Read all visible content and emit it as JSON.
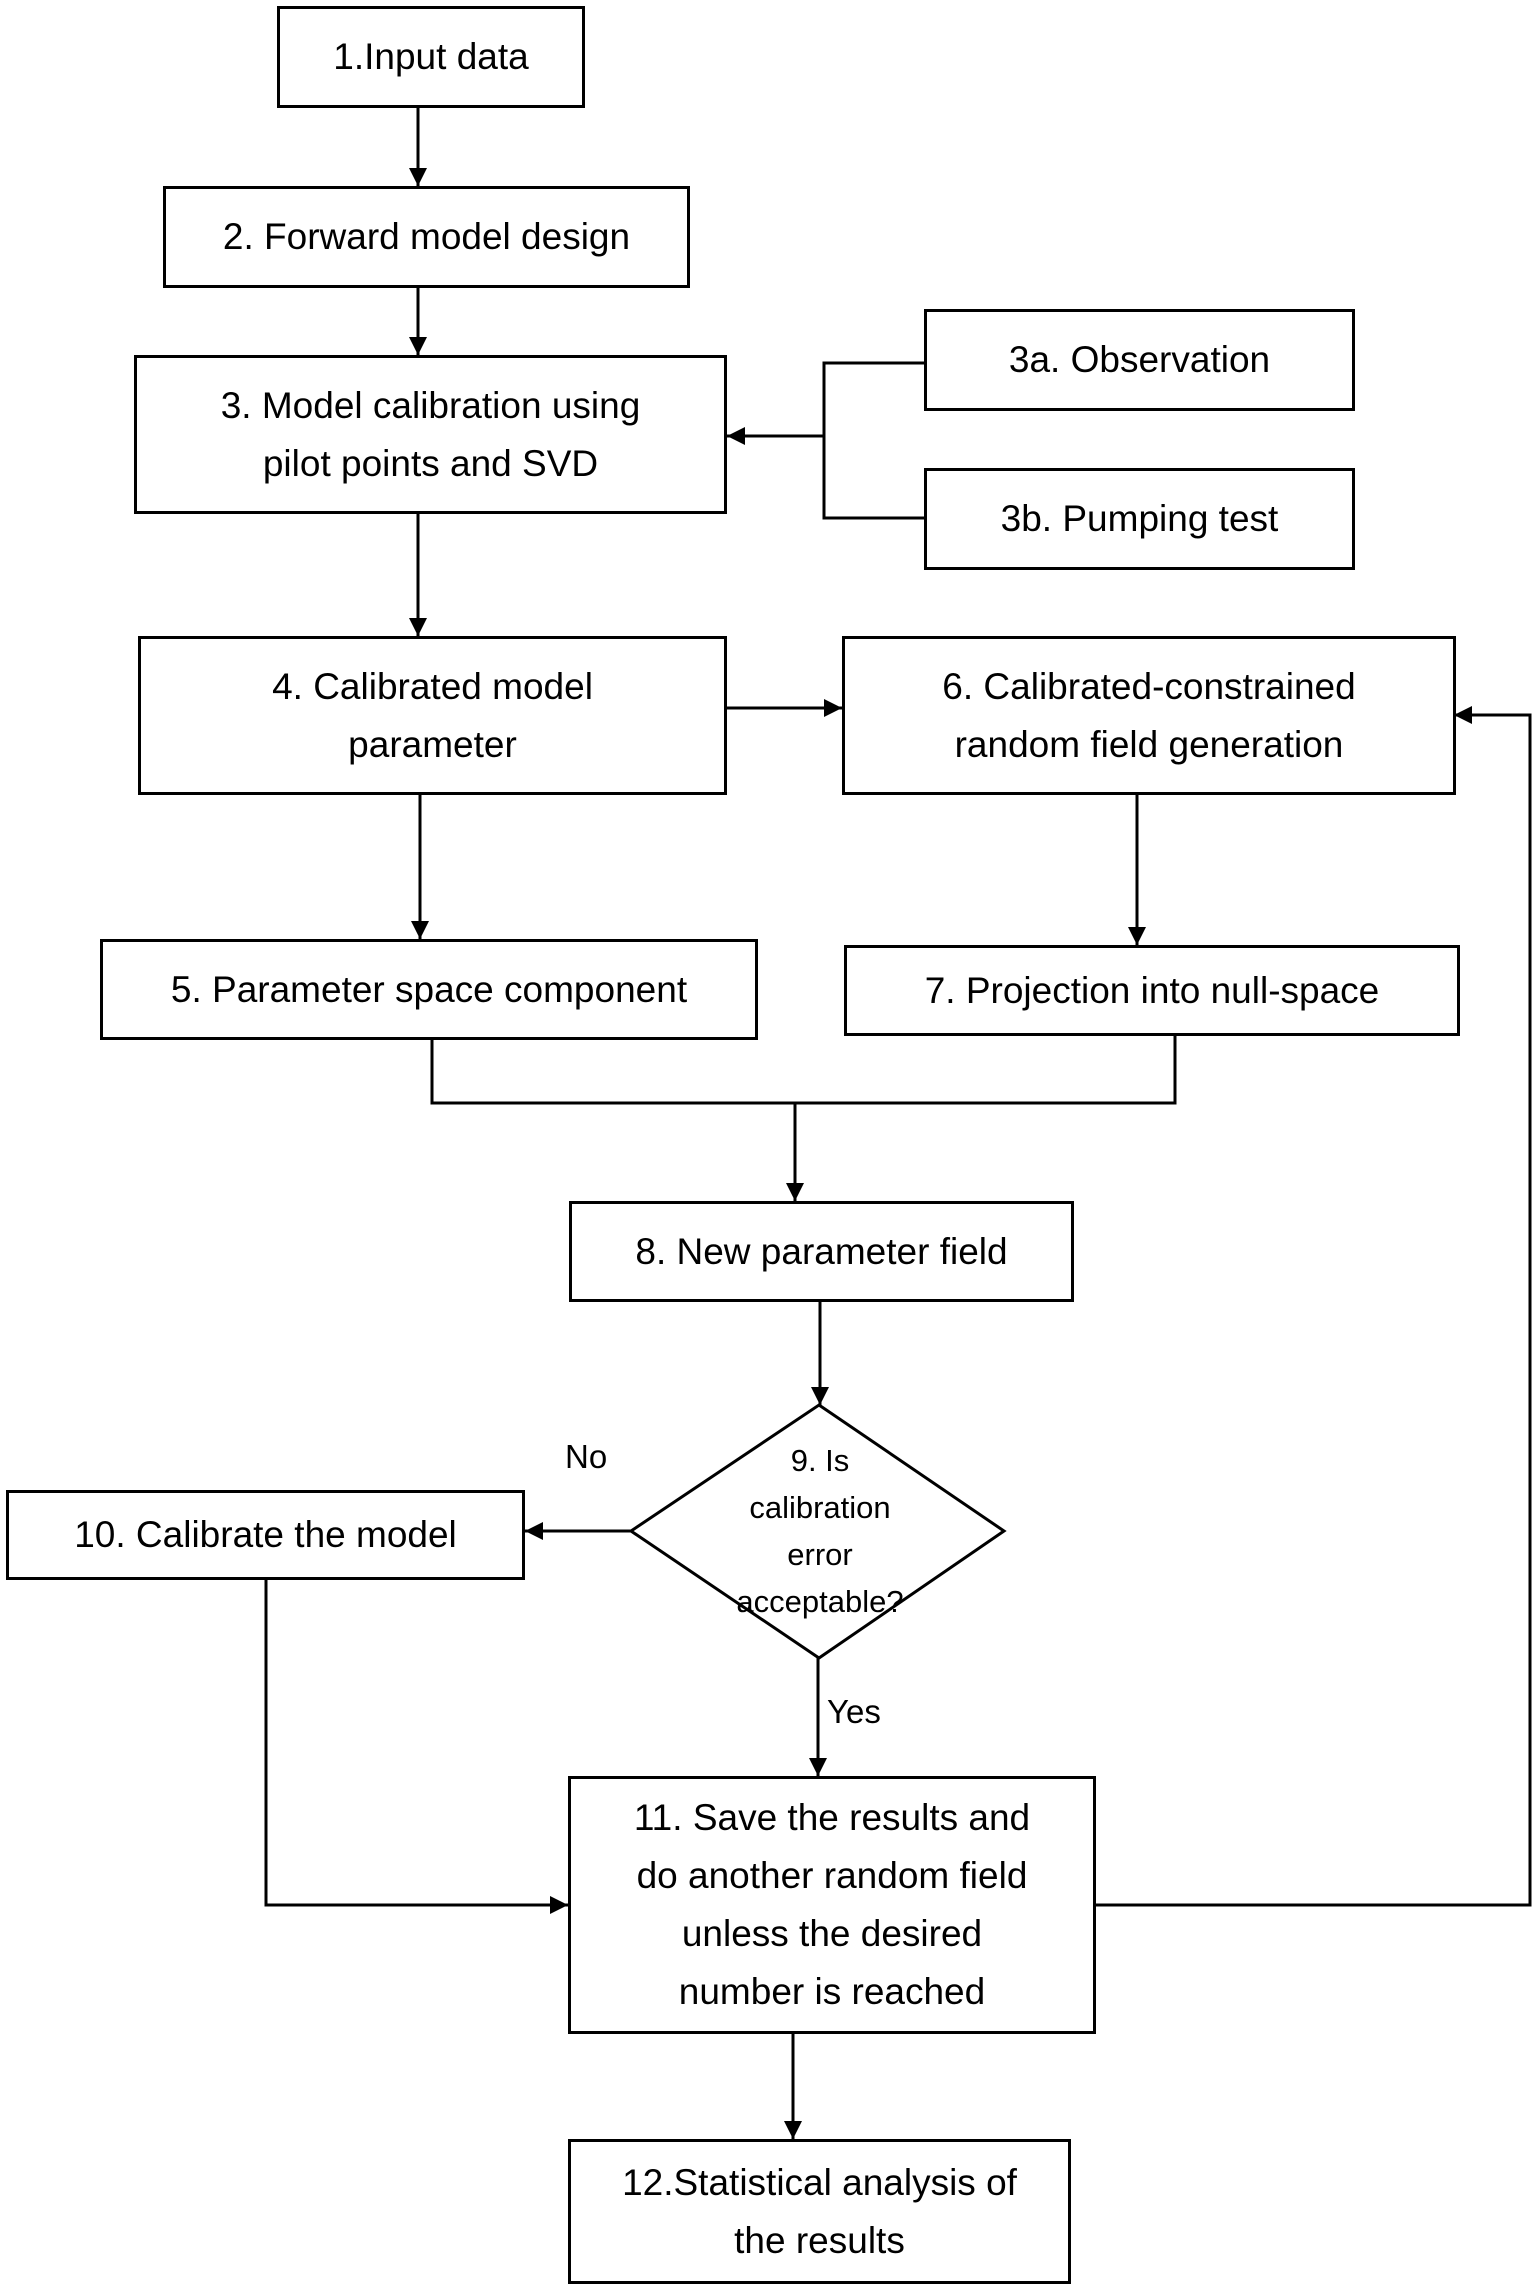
{
  "nodes": {
    "n1": "1.Input data",
    "n2": "2. Forward model design",
    "n3": "3. Model calibration using\npilot points and SVD",
    "n3a": "3a. Observation",
    "n3b": "3b. Pumping test",
    "n4": "4. Calibrated model\nparameter",
    "n5": "5. Parameter space component",
    "n6": "6. Calibrated-constrained\nrandom field generation",
    "n7": "7. Projection into null-space",
    "n8": "8. New parameter field",
    "n9": "9. Is\ncalibration\nerror\nacceptable?",
    "n10": "10. Calibrate the model",
    "n11": "11. Save the results and\ndo another random field\nunless the desired\nnumber is reached",
    "n12": "12.Statistical analysis of\nthe results"
  },
  "edge_labels": {
    "no": "No",
    "yes": "Yes"
  }
}
